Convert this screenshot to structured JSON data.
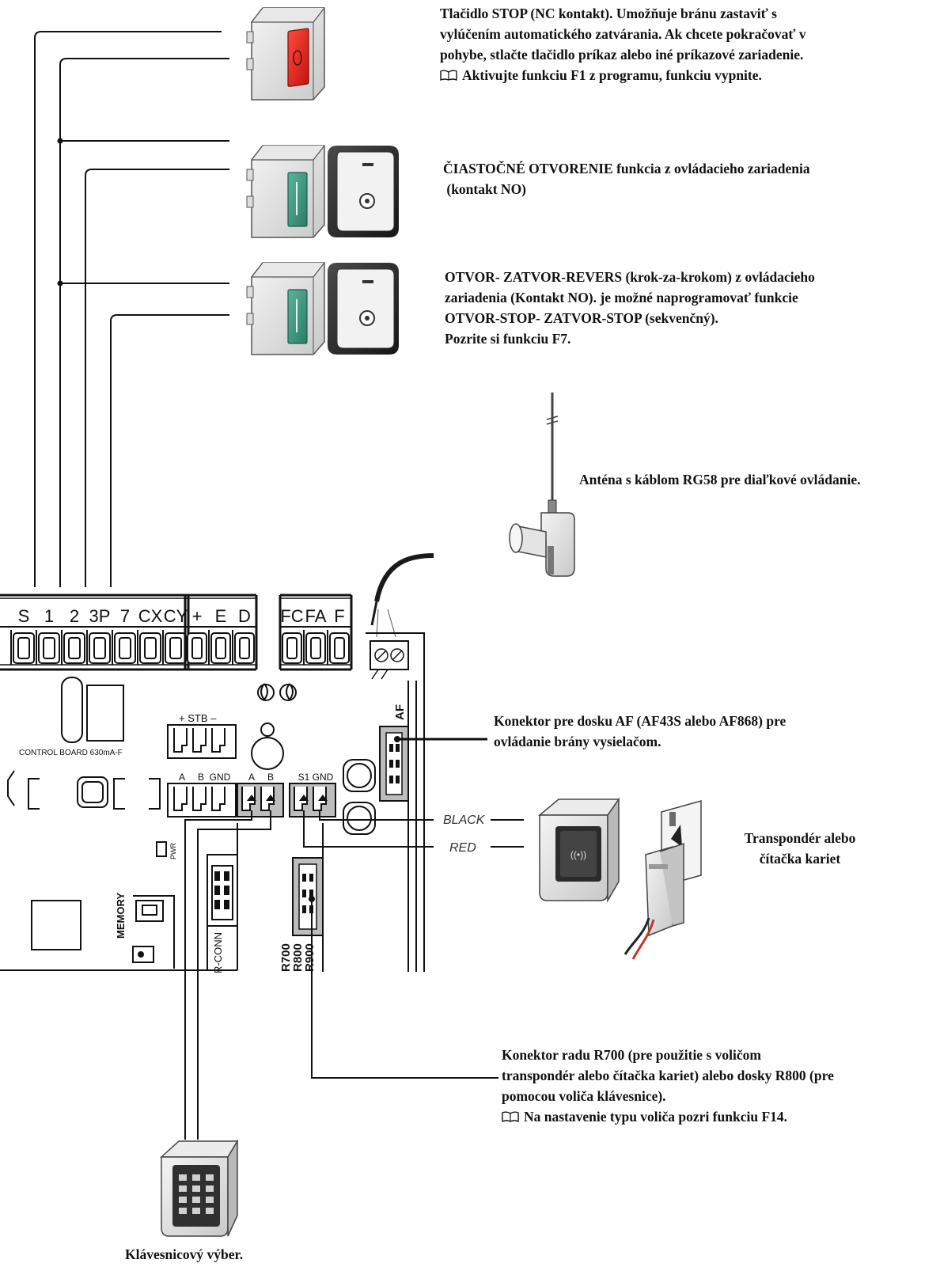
{
  "annotations": {
    "stop": {
      "lines": [
        "Tlačidlo STOP (NC kontakt). Umožňuje bránu zastaviť s",
        "vylúčením automatického zatvárania. Ak chcete pokračovať v",
        "pohybe, stlačte tlačidlo príkaz alebo iné príkazové zariadenie."
      ],
      "note": "Aktivujte funkciu F1 z programu,  funkciu vypnite."
    },
    "partial": {
      "lines": [
        "ČIASTOČNÉ OTVORENIE funkcia z ovládacieho zariadenia",
        " (kontakt NO)"
      ]
    },
    "step": {
      "lines": [
        "OTVOR- ZATVOR-REVERS (krok-za-krokom) z ovládacieho",
        "zariadenia (Kontakt NO). je možné naprogramovať funkcie",
        "OTVOR-STOP- ZATVOR-STOP (sekvenčný).",
        "Pozrite si funkciu F7."
      ]
    },
    "antenna": "Anténa s káblom RG58 pre diaľkové ovládanie.",
    "af": {
      "lines": [
        "Konektor pre dosku AF (AF43S alebo AF868) pre",
        "ovládanie brány vysielačom."
      ]
    },
    "transponder": {
      "lines": [
        "Transpondér alebo",
        "čítačka kariet"
      ]
    },
    "r700": {
      "lines": [
        "Konektor radu R700 (pre použitie s voličom",
        "transpondér alebo čítačka kariet) alebo dosky R800 (pre",
        "pomocou voliča klávesnice)."
      ],
      "note": "Na nastavenie typu voliča pozri funkciu F14."
    },
    "keypad": "Klávesnicový výber."
  },
  "board": {
    "terminals_left": [
      "S",
      "1",
      "2",
      "3P",
      "7",
      "CX",
      "CY"
    ],
    "terminals_mid": [
      "+",
      "E",
      "D"
    ],
    "terminals_right": [
      "FC",
      "FA",
      "F"
    ],
    "stb_label": "+ STB –",
    "rs485_labels": [
      "A",
      "B",
      "GND"
    ],
    "keypad_labels": [
      "A",
      "B"
    ],
    "s1_labels": [
      "S1",
      "GND"
    ],
    "af_label": "AF",
    "control_board": "CONTROL  BOARD  630mA-F",
    "memory": "MEMORY",
    "pwr": "PWR",
    "rconn": "R-CONN",
    "r_series": [
      "R700",
      "R800",
      "R900"
    ],
    "wire_black": "BLACK",
    "wire_red": "RED"
  },
  "colors": {
    "stop_button": "#e0201e",
    "command_button": "#3a9a82",
    "line": "#111111",
    "connector_fill": "#bdbdbd"
  },
  "icons": [
    "stop-button-icon",
    "command-button-icon",
    "key-selector-icon",
    "antenna-icon",
    "transponder-reader-icon",
    "card-reader-icon",
    "keypad-icon",
    "book-icon"
  ]
}
